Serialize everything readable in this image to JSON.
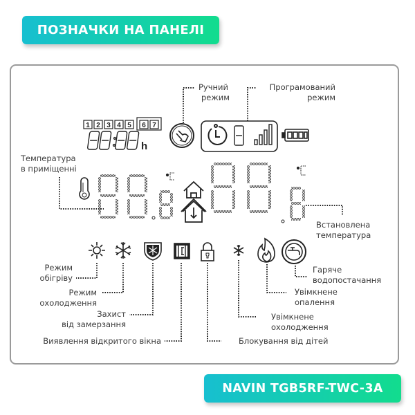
{
  "header": {
    "title": "ПОЗНАЧКИ НА ПАНЕЛІ"
  },
  "footer": {
    "model": "NAVIN TGB5RF-TWC-3A"
  },
  "colors": {
    "gradient_start": "#17bfd0",
    "gradient_end": "#12dc8e",
    "frame": "#9a9a9a",
    "icon": "#222222"
  },
  "display": {
    "days": [
      "1",
      "2",
      "3",
      "4",
      "5",
      "6",
      "7"
    ],
    "clock": "88:88",
    "clock_unit": "h",
    "room_temp": "88.8",
    "set_temp": "88.8",
    "temp_unit": "°C",
    "program_digit": "8"
  },
  "labels": {
    "manual_mode": [
      "Ручний",
      "режим"
    ],
    "program_mode": [
      "Програмований",
      "режим"
    ],
    "room_temperature": [
      "Температура",
      "в приміщенні"
    ],
    "set_temperature": [
      "Встановлена",
      "температура"
    ],
    "heating_mode": [
      "Режим",
      "обігріву"
    ],
    "cooling_mode": [
      "Режим",
      "охолодження"
    ],
    "frost_protection": [
      "Захист",
      "від замерзання"
    ],
    "open_window": [
      "Виявлення відкритого вікна"
    ],
    "child_lock": [
      "Блокування від дітей"
    ],
    "cooling_on": [
      "Увімкнене",
      "охолодження"
    ],
    "heating_on": [
      "Увімкнене",
      "опалення"
    ],
    "hot_water": [
      "Гаряче",
      "водопостачання"
    ]
  },
  "icons": [
    "hand-manual-icon",
    "clock-icon",
    "signal-icon",
    "battery-icon",
    "thermometer-icon",
    "house-icon",
    "house-down-icon",
    "sun-icon",
    "snowflake-icon",
    "shield-snowflake-icon",
    "window-icon",
    "lock-icon",
    "small-snowflake-icon",
    "flame-icon",
    "tap-icon"
  ]
}
